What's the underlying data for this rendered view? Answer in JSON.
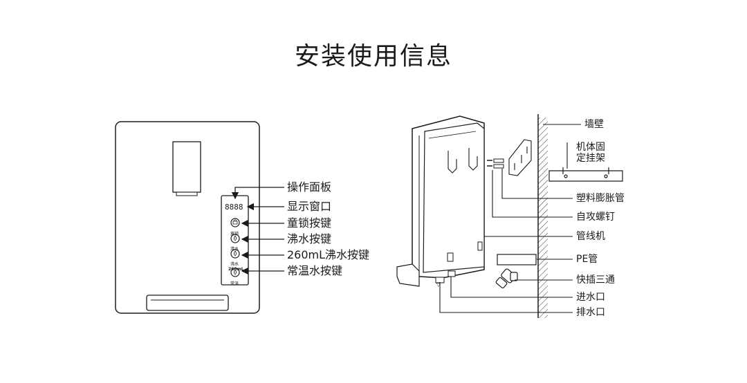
{
  "title": "安装使用信息",
  "front_panel": {
    "display_digits": "8888",
    "button_captions": [
      "童锁",
      "沸水",
      "沸水",
      "260mL",
      "常温"
    ],
    "labels": [
      "操作面板",
      "显示窗口",
      "童锁按键",
      "沸水按键",
      "260mL沸水按键",
      "常温水按键"
    ]
  },
  "install_parts": {
    "wall": "墙壁",
    "bracket_line1": "机体固",
    "bracket_line2": "定挂架",
    "anchor": "塑料膨胀管",
    "screw": "自攻螺钉",
    "pipe_machine": "管线机",
    "pe_pipe": "PE管",
    "tee": "快插三通",
    "inlet": "进水口",
    "drain": "排水口"
  }
}
